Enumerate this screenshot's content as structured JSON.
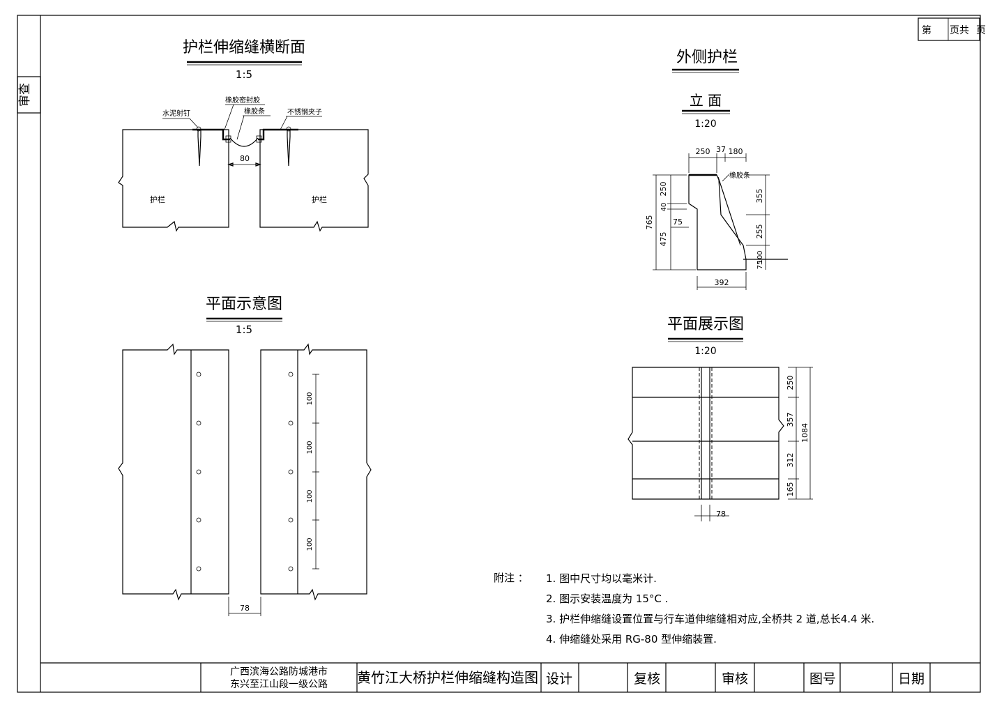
{
  "side_stamp": "审查",
  "page_box": {
    "page_label": "第",
    "total_label": "页共",
    "page_unit": "页"
  },
  "section": {
    "title": "护栏伸缩缝横断面",
    "scale": "1:5",
    "labels": {
      "nail": "水泥射钉",
      "sealant": "橡胶密封胶",
      "rubber": "橡胶条",
      "clamp": "不锈钢夹子",
      "left_block": "护栏",
      "right_block": "护栏"
    },
    "gap_dim": "80"
  },
  "plan": {
    "title": "平面示意图",
    "scale": "1:5",
    "spacing_dims": [
      "100",
      "100",
      "100",
      "100"
    ],
    "gap_dim": "78"
  },
  "outer": {
    "title": "外侧护栏",
    "elevation_title": "立  面",
    "elevation_scale": "1:20",
    "top_dims": [
      "250",
      "37",
      "180"
    ],
    "left_dims": [
      "250",
      "40",
      "765",
      "475"
    ],
    "inner_dim": "75",
    "right_dims": [
      "355",
      "255",
      "100",
      "75"
    ],
    "bottom_dim": "392",
    "rubber_label": "橡胶条"
  },
  "plan_show": {
    "title": "平面展示图",
    "scale": "1:20",
    "right_dims": [
      "250",
      "357",
      "312",
      "165"
    ],
    "total_dim": "1084",
    "gap_dim": "78"
  },
  "notes": {
    "heading": "附注  ：",
    "items": [
      "1. 图中尺寸均以毫米计.",
      "2. 图示安装温度为 15°C          .",
      "3. 护栏伸缩缝设置位置与行车道伸缩缝相对应,全桥共 2  道,总长4.4        米.",
      "4. 伸缩缝处采用 RG-80           型伸缩装置."
    ]
  },
  "title_block": {
    "project_line1": "广西滨海公路防城港市",
    "project_line2": "东兴至江山段一级公路",
    "drawing_title": "黄竹江大桥护栏伸缩缝构造图",
    "design": "设计",
    "check": "复核",
    "review": "审核",
    "drawing_no": "图号",
    "date": "日期"
  }
}
